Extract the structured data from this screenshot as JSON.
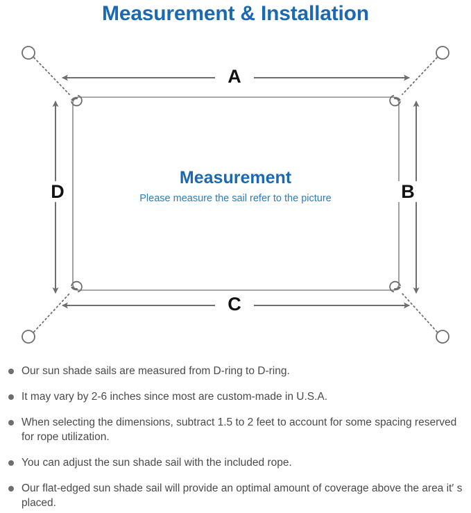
{
  "page": {
    "title": "Measurement & Installation"
  },
  "diagram": {
    "center_heading": "Measurement",
    "center_subtitle": "Please measure the sail refer to the picture",
    "dimension_labels": {
      "top": "A",
      "right": "B",
      "bottom": "C",
      "left": "D"
    },
    "colors": {
      "title_blue": "#1b69b0",
      "subtitle_blue": "#2c7cbe",
      "line_gray": "#6e6e6e",
      "sail_border": "#8a8a8a",
      "sail_fill": "#ffffff",
      "text_gray": "#4a4a4a"
    }
  },
  "notes": [
    "Our sun shade sails are measured from D-ring to D-ring.",
    "It may vary by 2-6 inches since most are custom-made in U.S.A.",
    "When selecting the dimensions, subtract 1.5 to 2 feet to account for some spacing reserved for rope utilization.",
    "You can adjust the sun shade sail with the included rope.",
    "Our flat-edged sun shade sail will provide an optimal amount of coverage above the area it′ s placed."
  ]
}
